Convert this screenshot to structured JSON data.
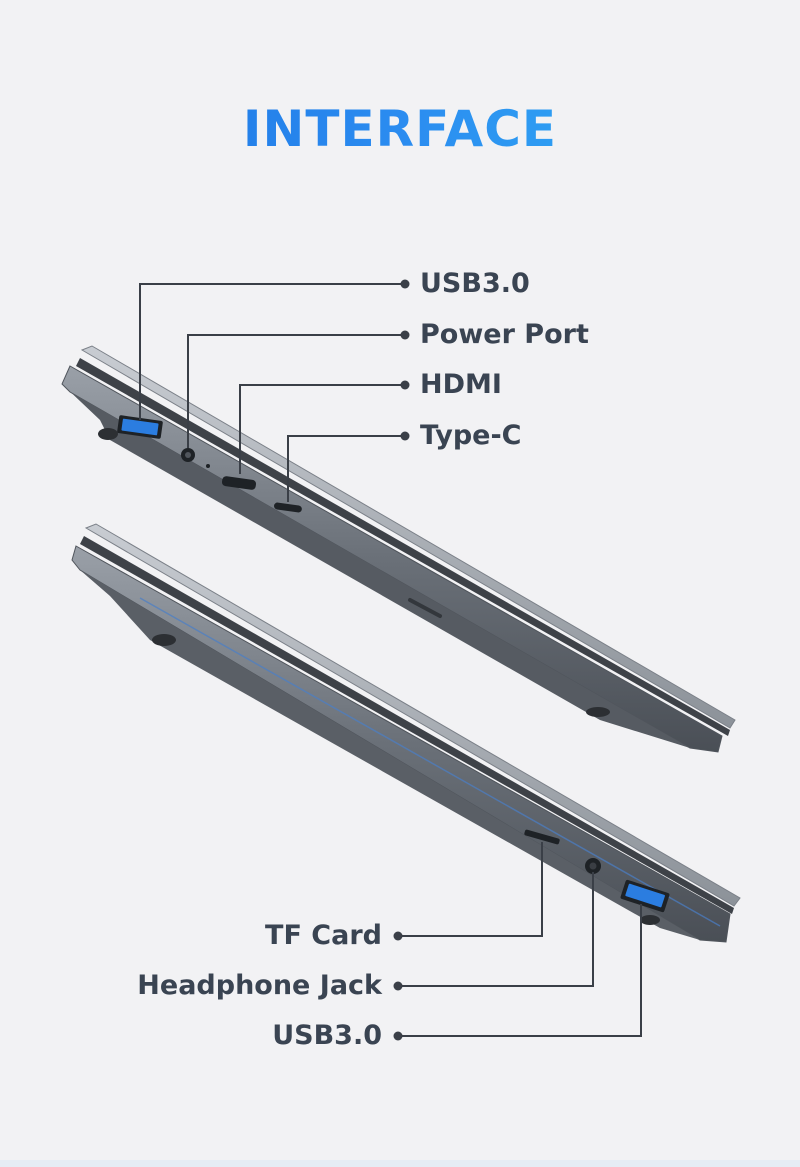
{
  "title": "INTERFACE",
  "top_ports": [
    {
      "label": "USB3.0"
    },
    {
      "label": "Power Port"
    },
    {
      "label": "HDMI"
    },
    {
      "label": "Type-C"
    }
  ],
  "bottom_ports": [
    {
      "label": "TF Card"
    },
    {
      "label": "Headphone Jack"
    },
    {
      "label": "USB3.0"
    }
  ],
  "colors": {
    "title_gradient_start": "#1a6fe0",
    "title_gradient_end": "#33b6f5",
    "label_text": "#3a4452",
    "callout_line": "#3a3f47",
    "laptop_body": "#5c6168",
    "usb_port_blue": "#2b7de0",
    "background": "#f2f2f4"
  }
}
